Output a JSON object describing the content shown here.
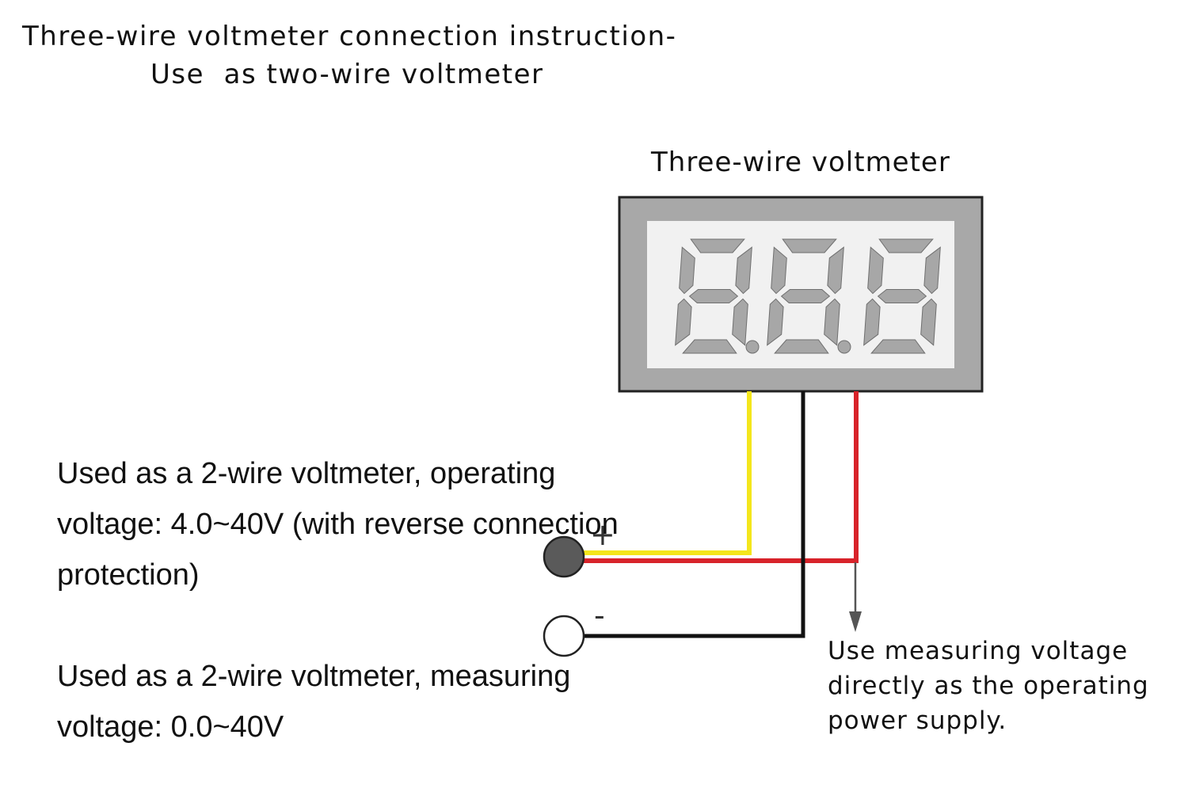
{
  "title": {
    "line1": "Three-wire voltmeter connection instruction-",
    "line2": "Use  as two-wire voltmeter"
  },
  "meter": {
    "label": "Three-wire voltmeter",
    "display_digits": [
      "8",
      "8",
      "8"
    ],
    "bezel_color": "#a8a8a8",
    "screen_color": "#f1f1f1",
    "segment_color": "#a7a7a7"
  },
  "wires": {
    "yellow": "#f4e61c",
    "black": "#111111",
    "red": "#d8232a"
  },
  "terminals": {
    "positive_sign": "+",
    "negative_sign": "-",
    "positive_color": "#5a5a5a",
    "negative_color": "#ffffff"
  },
  "notes": {
    "operating": "Used as a 2-wire voltmeter, operating voltage: 4.0~40V (with reverse connection protection)",
    "measuring": "Used as a 2-wire voltmeter, measuring voltage: 0.0~40V",
    "direct": "Use measuring voltage directly as the operating power supply."
  }
}
